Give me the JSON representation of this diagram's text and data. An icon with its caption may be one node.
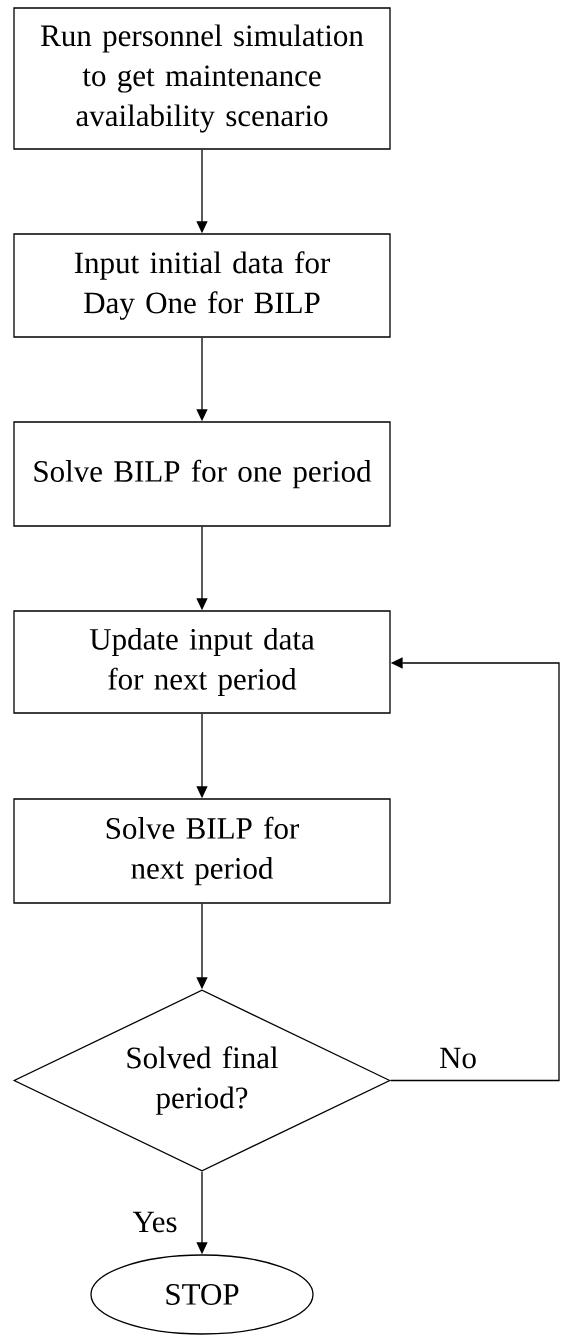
{
  "diagram": {
    "nodes": [
      {
        "text": [
          "Run personnel simulation to get maintenance availability scenario"
        ]
      },
      {
        "text": [
          "Input initial data for Day One for BILP"
        ]
      },
      {
        "text": [
          "Solve BILP for one period"
        ]
      },
      {
        "text": [
          "Update input data for next period"
        ]
      },
      {
        "text": [
          "Solve BILP for next period"
        ]
      },
      {
        "text": [
          "Solved final period?"
        ]
      },
      {
        "text": [
          "STOP"
        ]
      }
    ],
    "edges": [
      {
        "from": 0,
        "to": 1,
        "arrow": "to"
      },
      {
        "from": 1,
        "to": 2,
        "arrow": "to"
      },
      {
        "from": 2,
        "to": 3,
        "arrow": "to"
      },
      {
        "from": 3,
        "to": 4,
        "arrow": "to"
      },
      {
        "from": 4,
        "to": 5,
        "arrow": "to"
      },
      {
        "from": 5,
        "to": 6,
        "arrow": "to",
        "label": "Yes"
      },
      {
        "from": 5,
        "to": 3,
        "arrow": "to",
        "label": "No"
      }
    ]
  }
}
